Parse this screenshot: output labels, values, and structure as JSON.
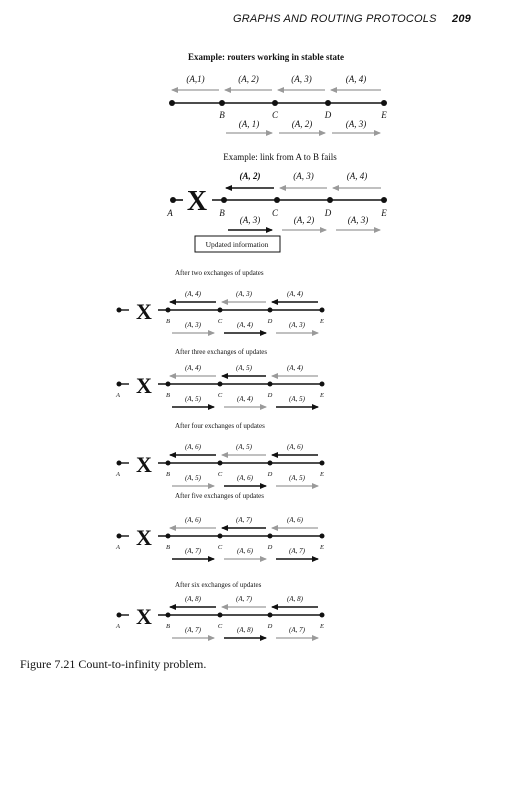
{
  "header": {
    "running_title": "GRAPHS AND ROUTING PROTOCOLS",
    "page_number": "209"
  },
  "stable": {
    "heading": "Example: routers working in stable state",
    "nodes": [
      "B",
      "C",
      "D",
      "E"
    ],
    "top": [
      "(A,1)",
      "(A, 2)",
      "(A, 3)",
      "(A, 4)"
    ],
    "bottom": [
      "(A, 1)",
      "(A, 2)",
      "(A, 3)"
    ]
  },
  "fail": {
    "heading": "Example: link from A to B fails",
    "nodes": [
      "A",
      "B",
      "C",
      "D",
      "E"
    ],
    "top": [
      "(A, 2)",
      "(A, 3)",
      "(A, 4)"
    ],
    "bottom": [
      "(A, 3)",
      "(A, 2)",
      "(A, 3)"
    ],
    "updated_label": "Updated information",
    "cross_mark": "X"
  },
  "exchanges": [
    {
      "heading": "After two exchanges of updates",
      "nodes": [
        "",
        "B",
        "C",
        "D",
        "E"
      ],
      "top": [
        "(A, 4)",
        "(A, 3)",
        "(A, 4)"
      ],
      "bottom": [
        "(A, 3)",
        "(A, 4)",
        "(A, 3)"
      ]
    },
    {
      "heading": "After three exchanges of updates",
      "nodes": [
        "A",
        "B",
        "C",
        "D",
        "E"
      ],
      "top": [
        "(A, 4)",
        "(A, 5)",
        "(A, 4)"
      ],
      "bottom": [
        "(A, 5)",
        "(A, 4)",
        "(A, 5)"
      ]
    },
    {
      "heading": "After four exchanges of updates",
      "nodes": [
        "A",
        "B",
        "C",
        "D",
        "E"
      ],
      "top": [
        "(A, 6)",
        "(A, 5)",
        "(A, 6)"
      ],
      "bottom": [
        "(A, 5)",
        "(A, 6)",
        "(A, 5)"
      ]
    },
    {
      "heading": "After five exchanges of updates",
      "nodes": [
        "A",
        "B",
        "C",
        "D",
        "E"
      ],
      "top": [
        "(A, 6)",
        "(A, 7)",
        "(A, 6)"
      ],
      "bottom": [
        "(A, 7)",
        "(A, 6)",
        "(A, 7)"
      ]
    },
    {
      "heading": "After six exchanges of updates",
      "nodes": [
        "A",
        "B",
        "C",
        "D",
        "E"
      ],
      "top": [
        "(A, 8)",
        "(A, 7)",
        "(A, 8)"
      ],
      "bottom": [
        "(A, 7)",
        "(A, 8)",
        "(A, 7)"
      ]
    }
  ],
  "caption": "Figure 7.21 Count-to-infinity problem."
}
